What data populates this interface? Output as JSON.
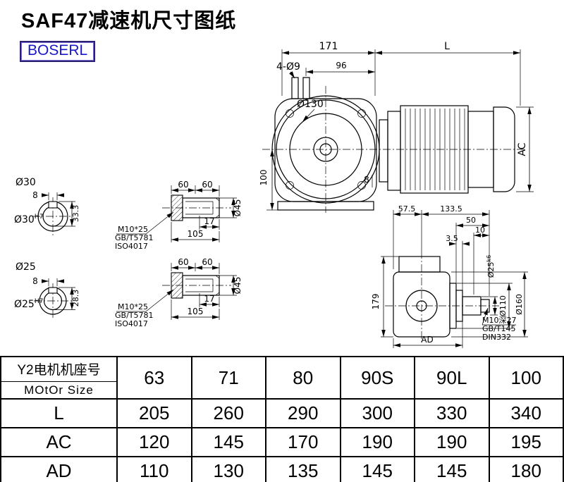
{
  "title": "SAF47减速机尺寸图纸",
  "brand": "BOSERL",
  "front_view": {
    "dim_total_width": "171",
    "dim_motor_length": "L",
    "dim_96": "96",
    "holes_label": "4-Ø9",
    "flange_dia": "Ø130",
    "dim_height": "100",
    "dim_motor_height": "AC",
    "dim_8": "8"
  },
  "bore_top": {
    "dia_label": "Ø30",
    "bore_label": "Ø30",
    "bore_tol": "H7",
    "key_width": "8",
    "key_height": "33.3"
  },
  "bore_bottom": {
    "dia_label": "Ø25",
    "bore_label": "Ø25",
    "bore_tol": "H7",
    "key_width": "8",
    "key_height": "28.3"
  },
  "shaft_detail_1": {
    "dim_seg1": "60",
    "dim_seg2": "60",
    "dim_key": "17",
    "dim_total": "105",
    "dia": "Ø45",
    "bolt": "M10*25",
    "std_gb": "GB/T5781",
    "std_iso": "ISO4017"
  },
  "shaft_detail_2": {
    "dim_seg1": "60",
    "dim_seg2": "60",
    "dim_key": "17",
    "dim_total": "105",
    "dia": "Ø45",
    "bolt": "M10*25",
    "std_gb": "GB/T5781",
    "std_iso": "ISO4017"
  },
  "side_view": {
    "dim_57_5": "57.5",
    "dim_133_5": "133.5",
    "dim_50": "50",
    "dim_10": "10",
    "dim_3_5": "3.5",
    "shaft_dia": "Ø25",
    "shaft_tol": "k6",
    "dia_110": "Ø110",
    "dia_160": "Ø160",
    "dim_height": "179",
    "dim_AD": "AD",
    "tap_hole": "M10深27",
    "std_gb": "GB/T145",
    "std_din": "DIN332"
  },
  "table": {
    "header_cn": "Y2电机机座号",
    "header_en": "MOtOr Size",
    "sizes": [
      "63",
      "71",
      "80",
      "90S",
      "90L",
      "100"
    ],
    "rows": [
      {
        "label": "L",
        "values": [
          "205",
          "260",
          "290",
          "300",
          "330",
          "340"
        ]
      },
      {
        "label": "AC",
        "values": [
          "120",
          "145",
          "170",
          "190",
          "190",
          "195"
        ]
      },
      {
        "label": "AD",
        "values": [
          "110",
          "130",
          "135",
          "145",
          "145",
          "180"
        ]
      }
    ]
  }
}
